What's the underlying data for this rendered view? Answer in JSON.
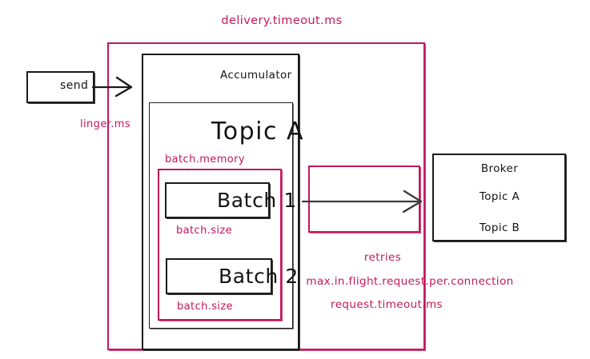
{
  "diagram": {
    "title": "delivery.timeout.ms",
    "producer": {
      "send_label": "send",
      "linger_label": "linger.ms",
      "accumulator_label": "Accumulator",
      "topic_label": "Topic A",
      "batch_memory_label": "batch.memory",
      "batches": [
        {
          "label": "Batch 1",
          "size_label": "batch.size"
        },
        {
          "label": "Batch 2",
          "size_label": "batch.size"
        }
      ]
    },
    "network": {
      "retries_label": "retries",
      "max_in_flight_label": "max.in.flight.request.per.connection",
      "request_timeout_label": "request.timeout.ms"
    },
    "broker": {
      "title": "Broker",
      "topics": [
        "Topic A",
        "Topic B"
      ]
    },
    "colors": {
      "ink": "#141414",
      "accent": "#c2185b",
      "background": "#ffffff"
    }
  }
}
